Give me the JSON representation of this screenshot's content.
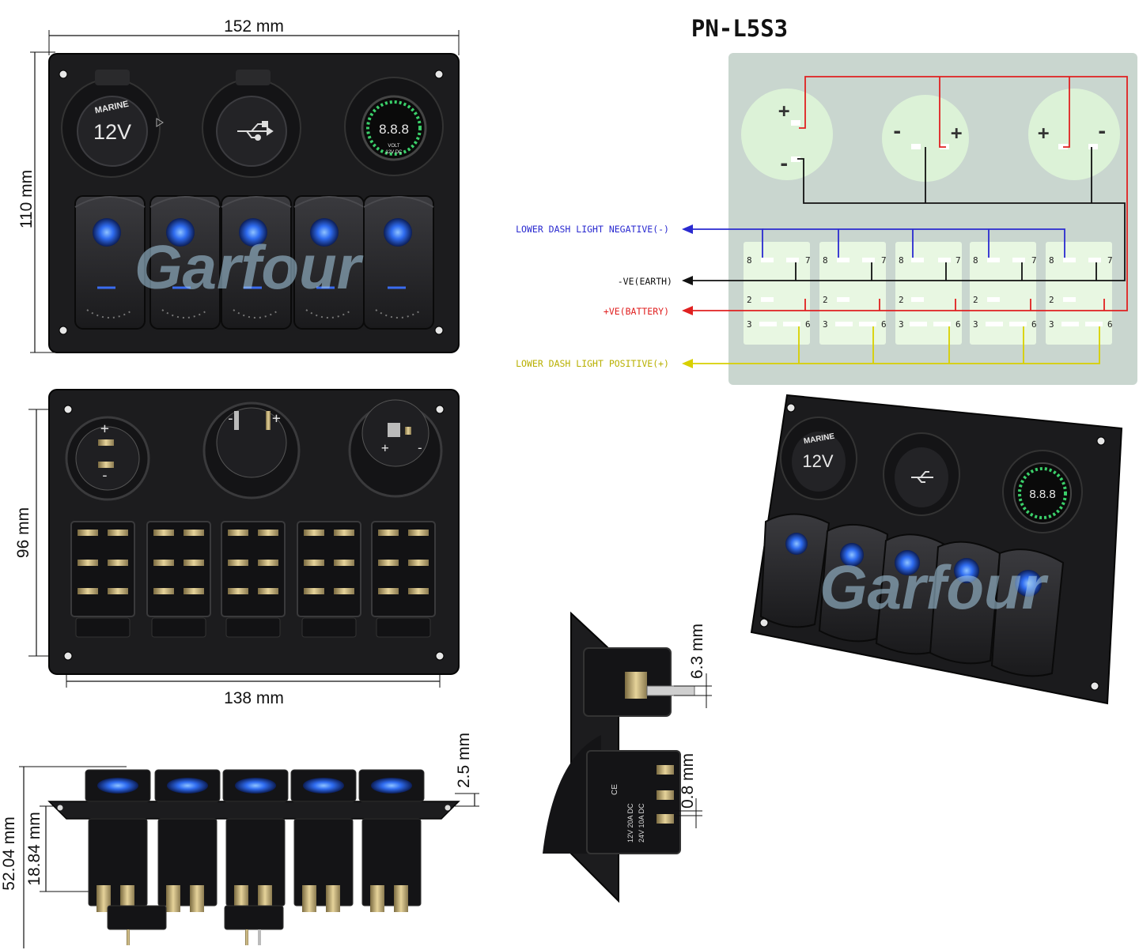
{
  "part_number": "PN-L5S3",
  "watermark": "Garfour",
  "dimensions": {
    "width_front": "152 mm",
    "height_front": "110 mm",
    "height_back": "96 mm",
    "width_back": "138 mm",
    "panel_thickness": "2.5 mm",
    "total_depth": "52.04 mm",
    "rocker_depth": "18.84 mm",
    "terminal_width": "6.3 mm",
    "terminal_thickness": "0.8 mm"
  },
  "wiring": {
    "lower_dash_negative": "LOWER DASH LIGHT NEGATIVE(-)",
    "earth": "-VE(EARTH)",
    "battery": "+VE(BATTERY)",
    "lower_dash_positive": "LOWER DASH LIGHT POSITIVE(+)",
    "pins": [
      "8",
      "7",
      "2",
      "3",
      "6"
    ],
    "plus": "+",
    "minus": "-"
  },
  "panel_marks": {
    "socket_brand": "MARINE",
    "socket_voltage": "12V",
    "voltmeter_reading": "8.8.8",
    "voltmeter_label": "VOLT",
    "voltmeter_dc": "12V DC"
  },
  "relay_label": {
    "ce": "CE",
    "rating_12v": "12V 20A DC",
    "rating_24v": "24V 10A DC"
  },
  "colors": {
    "negative_wire": "#2a2ad0",
    "battery_wire": "#e02020",
    "earth_wire": "#111111",
    "positive_wire": "#d8d000",
    "diagram_bg": "#c9d6cf",
    "panel": "#1b1b1d",
    "led": "#2d6cf0"
  }
}
